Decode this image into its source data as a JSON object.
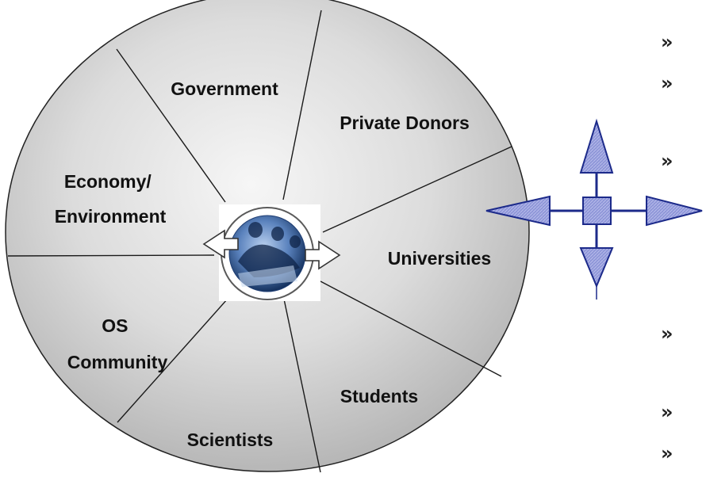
{
  "diagram": {
    "segments": [
      {
        "id": "government",
        "lines": [
          "Government"
        ]
      },
      {
        "id": "private-donors",
        "lines": [
          "Private Donors"
        ]
      },
      {
        "id": "universities",
        "lines": [
          "Universities"
        ]
      },
      {
        "id": "students",
        "lines": [
          "Students"
        ]
      },
      {
        "id": "scientists",
        "lines": [
          "Scientists"
        ]
      },
      {
        "id": "os-community",
        "lines": [
          "OS",
          "Community"
        ]
      },
      {
        "id": "economy-environment",
        "lines": [
          "Economy/",
          "Environment"
        ]
      }
    ],
    "bullet_glyph": "»",
    "colors": {
      "wheel_light": "#f4f4f4",
      "wheel_dark": "#b9b9b9",
      "divider": "#1a1a1a",
      "arrow_fill": "#8f95d6",
      "arrow_stroke": "#1c2a8a",
      "hub_dark": "#1e3d73",
      "hub_light": "#9ab9e3"
    },
    "icons": {
      "center": "collaboration-photo-icon",
      "cycle": "cycle-arrows-icon",
      "directions": "four-way-arrow-icon"
    }
  }
}
